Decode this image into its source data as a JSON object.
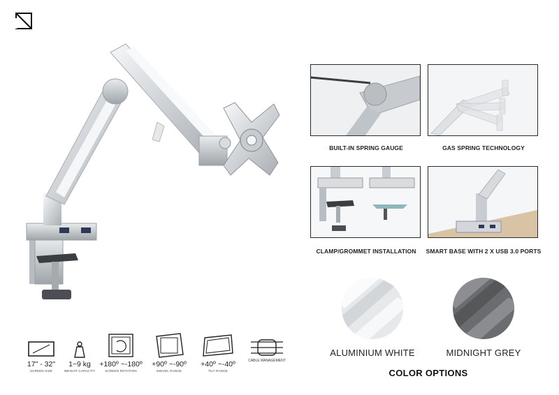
{
  "thumbnails": [
    {
      "caption": "BUILT-IN SPRING GAUGE"
    },
    {
      "caption": "GAS SPRING TECHNOLOGY"
    },
    {
      "caption": "CLAMP/GROMMET INSTALLATION"
    },
    {
      "caption": "SMART BASE WITH 2 X USB 3.0 PORTS"
    }
  ],
  "color_options": {
    "title": "COLOR OPTIONS",
    "items": [
      {
        "label": "ALUMINIUM WHITE",
        "color": "#e4e6e8"
      },
      {
        "label": "MIDNIGHT GREY",
        "color": "#6e7073"
      }
    ]
  },
  "specs": [
    {
      "value": "17\" - 32\"",
      "sub": "SCREEN SIZE",
      "icon": "screen-size-icon"
    },
    {
      "value": "1~9 kg",
      "sub": "WEIGHT CAPACITY",
      "icon": "weight-icon"
    },
    {
      "value": "+180º ~-180º",
      "sub": "SCREEN ROTATION",
      "icon": "rotation-icon"
    },
    {
      "value": "+90º ~-90º",
      "sub": "SWIVEL RANGE",
      "icon": "swivel-icon"
    },
    {
      "value": "+40º ~-40º",
      "sub": "TILT RANGE",
      "icon": "tilt-icon"
    },
    {
      "value": "",
      "sub": "CABLE MANAGEMENT",
      "icon": "cable-icon"
    }
  ]
}
